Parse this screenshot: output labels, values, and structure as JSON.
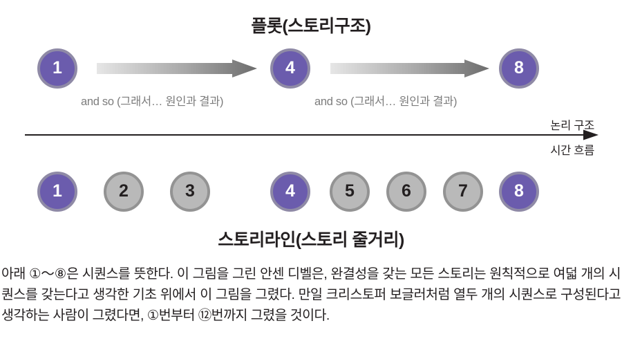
{
  "figure": {
    "plot_title": "플롯(스토리구조)",
    "storyline_title": "스토리라인(스토리 줄거리)",
    "axis": {
      "label_above": "논리 구조",
      "label_below": "시간 흐름"
    },
    "connectors": [
      {
        "caption": "and so (그래서… 원인과 결과)"
      },
      {
        "caption": "and so (그래서… 원인과 결과)"
      }
    ],
    "plot_nodes": [
      {
        "label": "1",
        "state": "purple"
      },
      {
        "label": "4",
        "state": "purple"
      },
      {
        "label": "8",
        "state": "purple"
      }
    ],
    "storyline_nodes": [
      {
        "label": "1",
        "state": "purple"
      },
      {
        "label": "2",
        "state": "gray"
      },
      {
        "label": "3",
        "state": "gray"
      },
      {
        "label": "4",
        "state": "purple"
      },
      {
        "label": "5",
        "state": "gray"
      },
      {
        "label": "6",
        "state": "gray"
      },
      {
        "label": "7",
        "state": "gray"
      },
      {
        "label": "8",
        "state": "purple"
      }
    ],
    "colors": {
      "purple_fill": "#6b5cad",
      "purple_border": "#8f8aa6",
      "gray_fill": "#b9b9b9",
      "gray_border": "#939393",
      "arrow_gradient_start": "#e3e3e3",
      "arrow_gradient_end": "#6d6d6d",
      "text": "#231f20",
      "caption_text": "#7c7c7c"
    }
  },
  "caption": {
    "paragraph": "아래 ①〜⑧은 시퀀스를 뜻한다. 이 그림을 그린 안센 디벨은, 완결성을 갖는 모든 스토리는 원칙적으로 여덟 개의 시퀀스를 갖는다고 생각한 기초 위에서 이 그림을 그렸다. 만일 크리스토퍼 보글러처럼 열두 개의 시퀀스로 구성된다고 생각하는 사람이 그렸다면, ①번부터 ⑫번까지 그렸을 것이다."
  }
}
